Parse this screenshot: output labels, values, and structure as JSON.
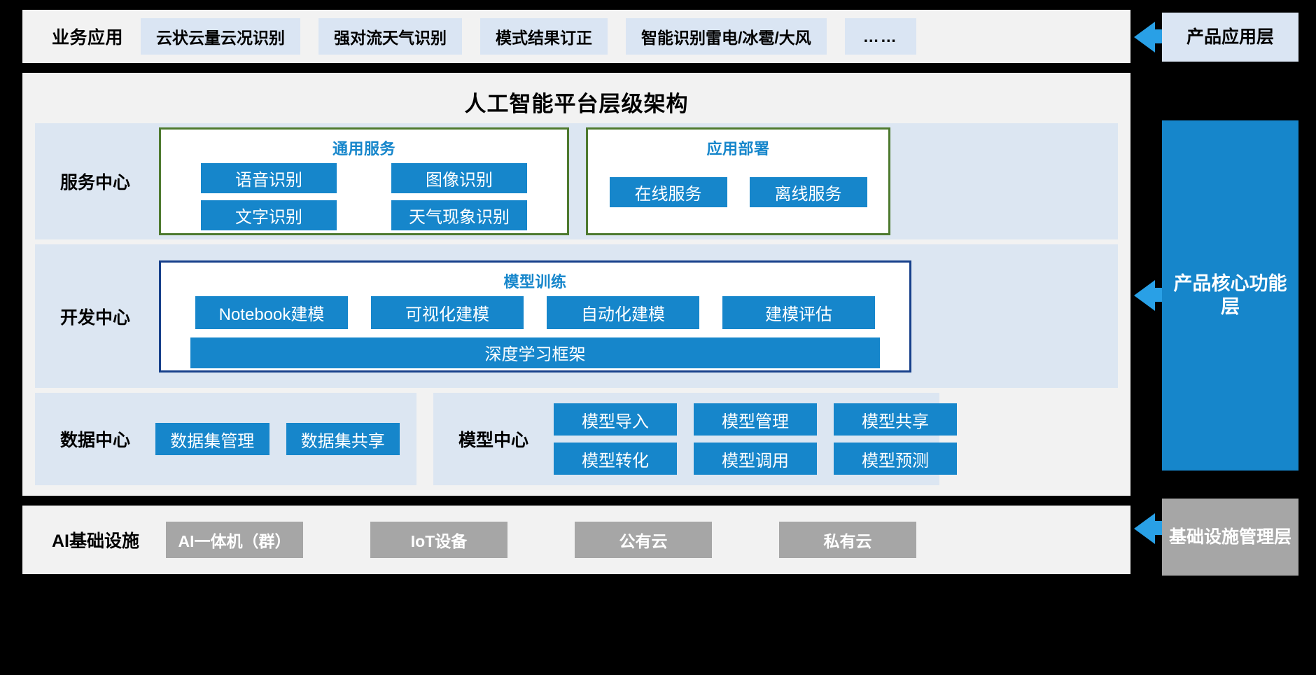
{
  "diagram": {
    "platform_title": "人工智能平台层级架构",
    "business": {
      "label": "业务应用",
      "items": [
        "云状云量云况识别",
        "强对流天气识别",
        "模式结果订正",
        "智能识别雷电/冰雹/大风",
        "……"
      ]
    },
    "service_center": {
      "label": "服务中心",
      "general": {
        "title": "通用服务",
        "items": [
          "语音识别",
          "图像识别",
          "文字识别",
          "天气现象识别"
        ]
      },
      "deploy": {
        "title": "应用部署",
        "items": [
          "在线服务",
          "离线服务"
        ]
      }
    },
    "dev_center": {
      "label": "开发中心",
      "training": {
        "title": "模型训练",
        "items": [
          "Notebook建模",
          "可视化建模",
          "自动化建模",
          "建模评估"
        ],
        "framework": "深度学习框架"
      }
    },
    "data_center": {
      "label": "数据中心",
      "items": [
        "数据集管理",
        "数据集共享"
      ]
    },
    "model_center": {
      "label": "模型中心",
      "items": [
        "模型导入",
        "模型管理",
        "模型共享",
        "模型转化",
        "模型调用",
        "模型预测"
      ]
    },
    "infrastructure": {
      "label": "AI基础设施",
      "items": [
        "AI一体机（群）",
        "IoT设备",
        "公有云",
        "私有云"
      ]
    },
    "layers": {
      "application": "产品应用层",
      "core": "产品核心功能层",
      "infrastructure": "基础设施管理层"
    },
    "colors": {
      "accent_blue": "#1686cb",
      "arrow_blue": "#29a0e6",
      "light_blue_chip": "#dae5f3",
      "band_blue": "#dce6f2",
      "panel_grey": "#f2f2f2",
      "grey_box": "#a6a6a6",
      "green_border": "#4e7a2f",
      "navy_border": "#17408b"
    }
  }
}
